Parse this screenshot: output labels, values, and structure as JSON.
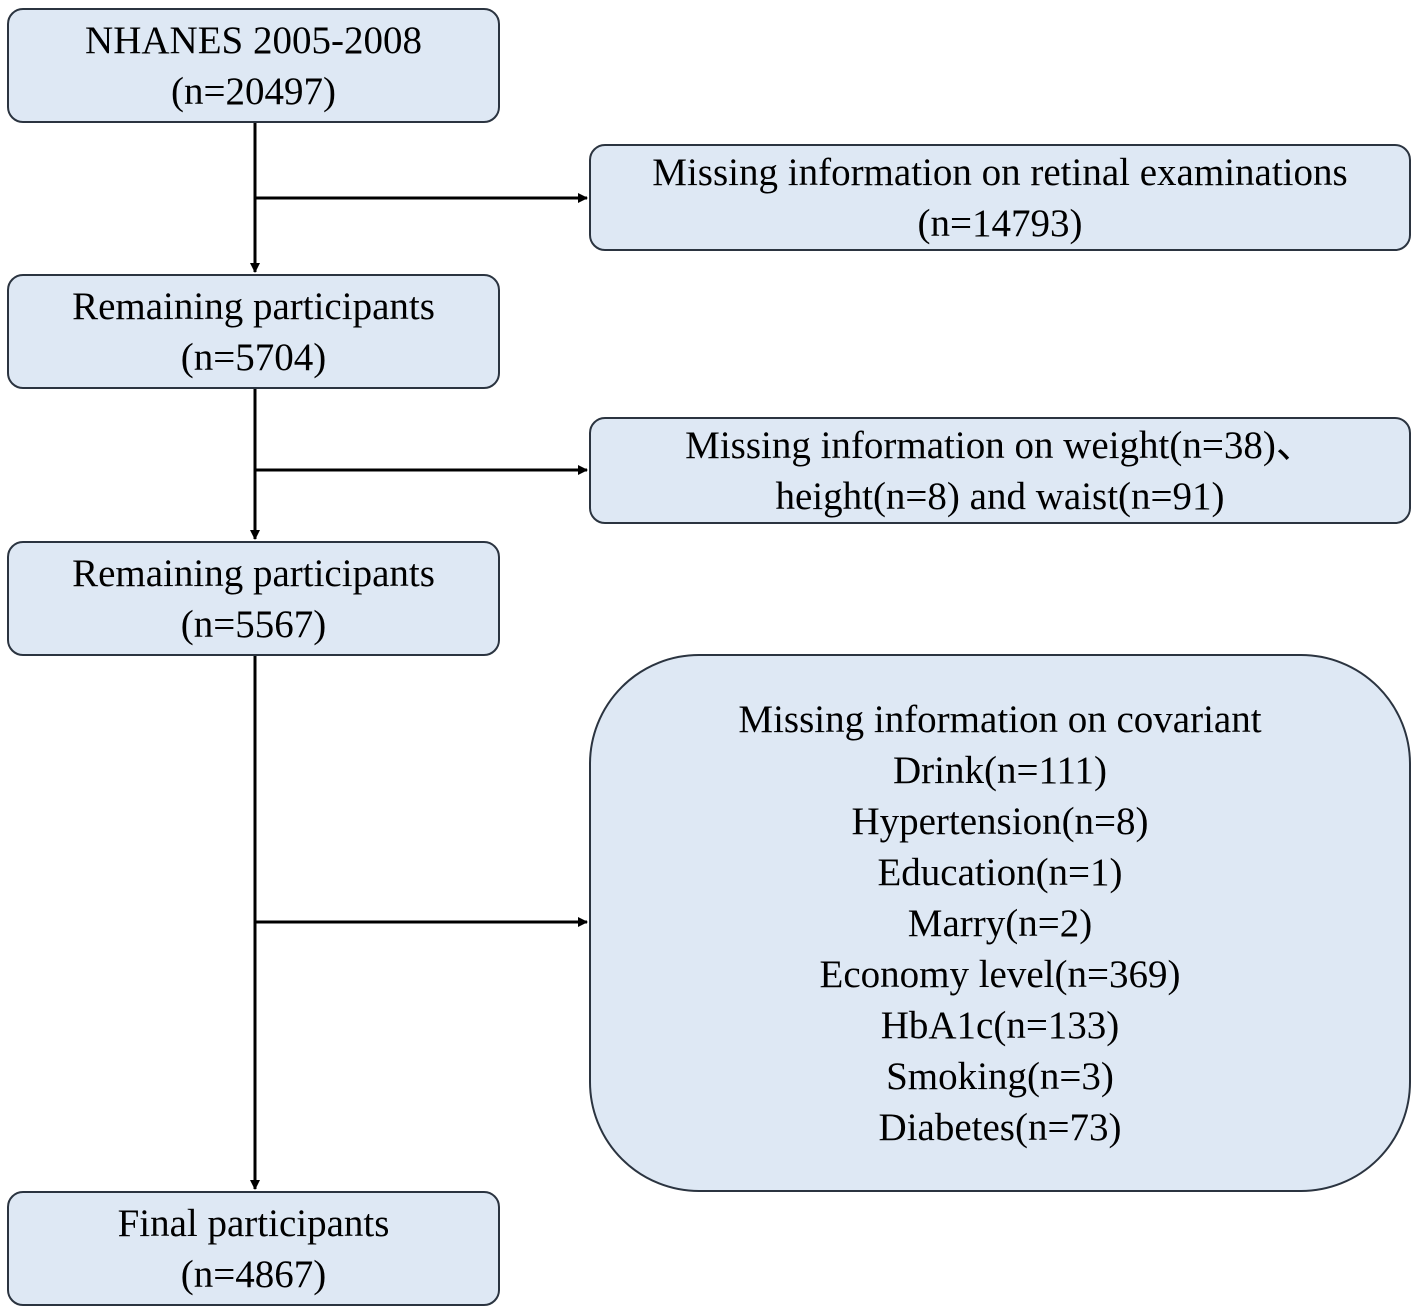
{
  "flowchart": {
    "main_steps": [
      {
        "lines": [
          "NHANES 2005-2008",
          "(n=20497)"
        ]
      },
      {
        "lines": [
          "Remaining participants",
          "(n=5704)"
        ]
      },
      {
        "lines": [
          "Remaining participants",
          "(n=5567)"
        ]
      },
      {
        "lines": [
          "Final participants",
          "(n=4867)"
        ]
      }
    ],
    "exclusions": [
      {
        "lines": [
          "Missing information on retinal examinations",
          "(n=14793)"
        ]
      },
      {
        "lines": [
          "Missing information on weight(n=38)、",
          "height(n=8) and waist(n=91)"
        ]
      },
      {
        "lines": [
          "Missing information on covariant",
          "Drink(n=111)",
          "Hypertension(n=8)",
          "Education(n=1)",
          "Marry(n=2)",
          "Economy level(n=369)",
          "HbA1c(n=133)",
          "Smoking(n=3)",
          "Diabetes(n=73)"
        ]
      }
    ]
  },
  "colors": {
    "box_fill": "#dee8f4",
    "box_border": "#2b3440",
    "arrow": "#000000"
  }
}
